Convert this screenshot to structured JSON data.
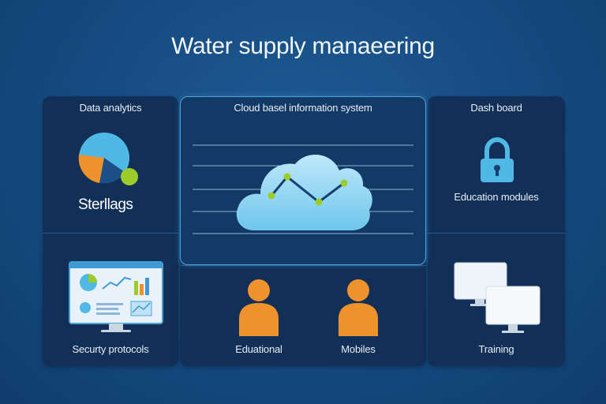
{
  "title": "Water supply manaeering",
  "panels": {
    "left_top": {
      "label": "Data analytics",
      "big_label": "Sterllags"
    },
    "left_bottom": {
      "label": "Securty protocols"
    },
    "center_top": {
      "label": "Cloud basel information system"
    },
    "center_bottom": {
      "left_label": "Eduational",
      "right_label": "Mobiles"
    },
    "right_top": {
      "label": "Dash board",
      "sub_label": "Education modules"
    },
    "right_bottom": {
      "label": "Training"
    }
  },
  "icons": {
    "pie": "pie-chart-icon",
    "dashboard_screen": "monitor-dashboard-icon",
    "cloud": "cloud-network-icon",
    "person_left": "person-icon",
    "person_right": "person-icon",
    "lock": "padlock-icon",
    "monitors": "dual-monitor-icon"
  },
  "colors": {
    "background": "#174d84",
    "panel": "#112f57",
    "accent_blue": "#4aa4da",
    "cloud": "#8fd3f0",
    "orange": "#f0922b",
    "lime": "#9ccc2a"
  }
}
